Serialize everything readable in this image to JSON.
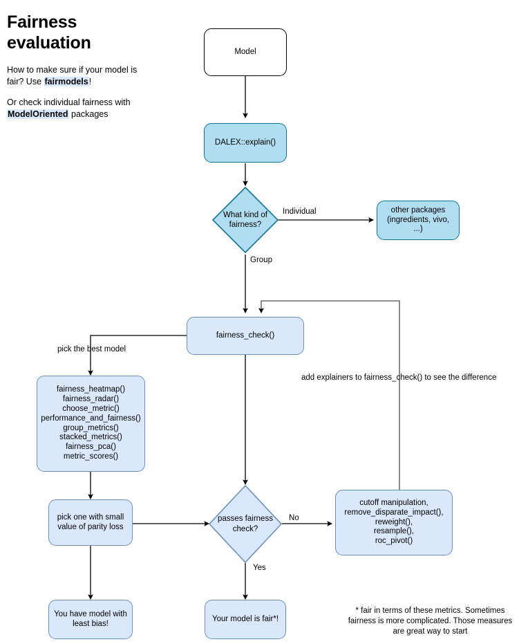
{
  "intro": {
    "title": "Fairness evaluation",
    "paragraph1_before": "How to make sure if your model is fair? Use ",
    "paragraph1_highlight": "fairmodels",
    "paragraph1_after": "!",
    "paragraph2_before": "Or check individual fairness with ",
    "paragraph2_highlight": "ModelOriented",
    "paragraph2_after": " packages"
  },
  "nodes": {
    "model": "Model",
    "dalex_explain": "DALEX::explain()",
    "what_kind_of_fairness": "What kind of\nfairness?",
    "other_packages": "other packages\n(ingredients, vivo, ...)",
    "fairness_check": "fairness_check()",
    "function_list": "fairness_heatmap()\nfairness_radar()\nchoose_metric()\nperformance_and_fairness()\ngroup_metrics()\nstacked_metrics()\nfairness_pca()\nmetric_scores()",
    "pick_one_small_parity": "pick one with small\nvalue of parity loss",
    "passes_fairness_check": "passes fairness\ncheck?",
    "mitigation": "cutoff manipulation,\nremove_disparate_impact(),\nreweight(),\nresample(),\nroc_pivot()",
    "least_bias": "You have model with\nleast bias!",
    "model_is_fair": "Your model is fair*!"
  },
  "edge_labels": {
    "individual": "Individual",
    "group": "Group",
    "pick_best_model": "pick the best model",
    "add_explainers": "add explainers to fairness_check() to see the difference",
    "no": "No",
    "yes": "Yes"
  },
  "footnote": "* fair in terms of these metrics. Sometimes fairness is more complicated. Those measures are great way to start",
  "colors": {
    "cyan_fill": "#b1ddf0",
    "cyan_stroke": "#10739e",
    "blue_fill": "#dae8fc",
    "blue_stroke": "#6c8ebf",
    "white_fill": "#ffffff",
    "black_stroke": "#000000",
    "loop_stroke": "#4d4d4d",
    "highlight_bg": "#dae8fc"
  }
}
